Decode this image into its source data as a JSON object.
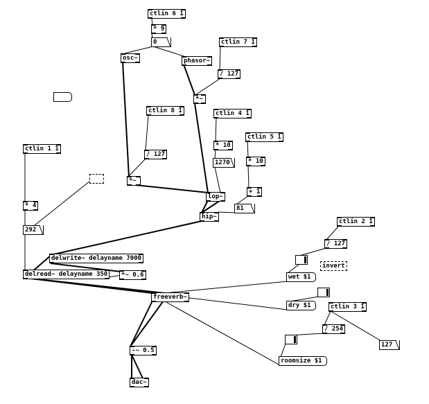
{
  "patch": {
    "objects": {
      "ctlin61": "ctlin 6 1",
      "mul9": "* 9",
      "osc": "osc~",
      "phasor": "phasor~",
      "ctlin71": "ctlin 7 1",
      "div127a": "/ 127",
      "mulsig1": "*~",
      "ctlin81": "ctlin 8 1",
      "div127b": "/ 127",
      "mulsig2": "*~",
      "ctlin41": "ctlin 4 1",
      "mul10a": "* 10",
      "ctlin51": "ctlin 5 1",
      "mul10b": "* 10",
      "plus1": "+ 1",
      "lop": "lop~",
      "hip": "hip~",
      "ctlin11": "ctlin 1 1",
      "mul4": "* 4",
      "delwrite": "delwrite~ delayname 7000",
      "delread": "delread~ delayname 350",
      "mulsig06": "*~ 0.6",
      "freeverb": "freeverb~",
      "ctlin21": "ctlin 2 1",
      "div127c": "/ 127",
      "invert": "invert",
      "ctlin31": "ctlin 3 1",
      "div254": "/ 254",
      "minus05": "-~ 0.5",
      "dac": "dac~"
    },
    "numbers": {
      "n0": "0",
      "n1270": "1270",
      "n81": "81",
      "n292": "292",
      "n127": "127"
    },
    "messages": {
      "wet": "wet $1",
      "dry": "dry $1",
      "roomsize": "roomsize $1"
    },
    "icons": {
      "toggle": "toggle-icon",
      "empty_message": "message-box-icon"
    }
  }
}
